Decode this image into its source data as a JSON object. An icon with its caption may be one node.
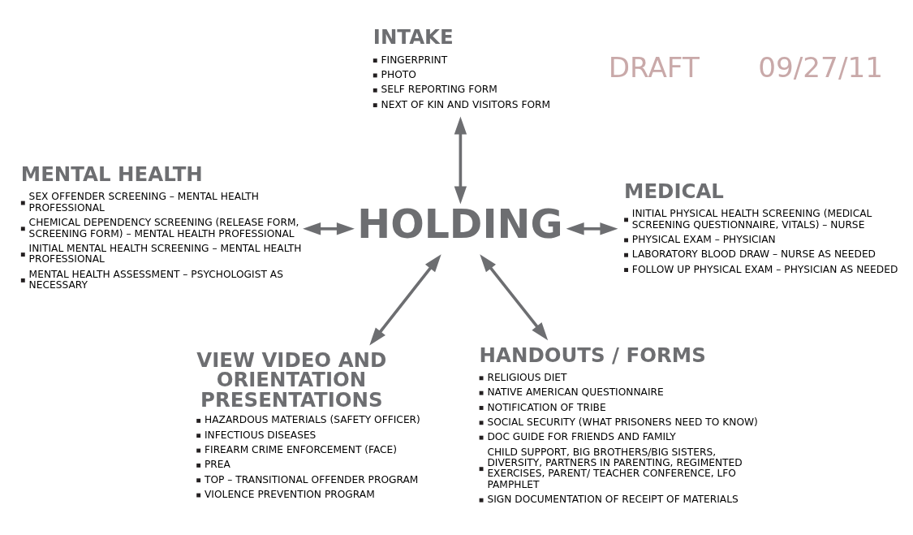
{
  "diagram": {
    "nodes": [
      {
        "text": [
          "HOLDING"
        ]
      },
      {
        "text": [
          "INTAKE",
          "FINGERPRINT",
          "PHOTO",
          "SELF REPORTING FORM",
          "NEXT OF KIN AND VISITORS FORM"
        ]
      },
      {
        "text": [
          "MENTAL HEALTH",
          "SEX OFFENDER SCREENING – MENTAL HEALTH PROFESSIONAL",
          "CHEMICAL DEPENDENCY SCREENING (RELEASE FORM, SCREENING FORM) – MENTAL HEALTH PROFESSIONAL",
          "INITIAL MENTAL HEALTH SCREENING – MENTAL HEALTH PROFESSIONAL",
          "MENTAL HEALTH ASSESSMENT – PSYCHOLOGIST AS NECESSARY"
        ]
      },
      {
        "text": [
          "MEDICAL",
          "INITIAL PHYSICAL HEALTH SCREENING (MEDICAL SCREENING QUESTIONNAIRE, VITALS) – NURSE",
          "PHYSICAL EXAM – PHYSICIAN",
          "LABORATORY BLOOD DRAW – NURSE AS NEEDED",
          "FOLLOW UP PHYSICAL EXAM – PHYSICIAN AS NEEDED"
        ]
      },
      {
        "text": [
          "VIEW VIDEO AND ORIENTATION PRESENTATIONS",
          "HAZARDOUS MATERIALS (SAFETY OFFICER)",
          "INFECTIOUS DISEASES",
          "FIREARM CRIME ENFORCEMENT (FACE)",
          "PREA",
          "TOP – TRANSITIONAL OFFENDER PROGRAM",
          "VIOLENCE PREVENTION PROGRAM"
        ]
      },
      {
        "text": [
          "HANDOUTS / FORMS",
          "RELIGIOUS DIET",
          "NATIVE AMERICAN QUESTIONNAIRE",
          "NOTIFICATION OF TRIBE",
          "SOCIAL SECURITY (WHAT PRISONERS NEED TO KNOW)",
          "DOC GUIDE FOR FRIENDS AND FAMILY",
          "CHILD SUPPORT, BIG BROTHERS/BIG SISTERS, DIVERSITY, PARTNERS IN PARENTING, REGIMENTED EXERCISES, PARENT/ TEACHER CONFERENCE, LFO PAMPHLET",
          "SIGN DOCUMENTATION OF RECEIPT OF MATERIALS"
        ]
      }
    ],
    "edges": [
      {
        "from": 1,
        "to": 0,
        "arrow": "both"
      },
      {
        "from": 2,
        "to": 0,
        "arrow": "both"
      },
      {
        "from": 0,
        "to": 3,
        "arrow": "both"
      },
      {
        "from": 0,
        "to": 4,
        "arrow": "both"
      },
      {
        "from": 0,
        "to": 5,
        "arrow": "both"
      }
    ],
    "labels": [
      "DRAFT",
      "09/27/11"
    ]
  }
}
